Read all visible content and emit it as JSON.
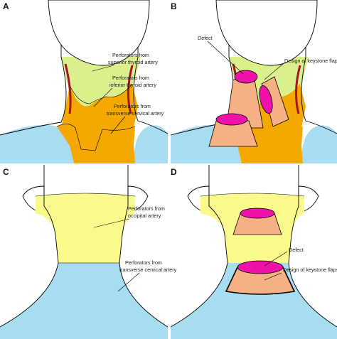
{
  "panels": {
    "a": {
      "letter": "A"
    },
    "b": {
      "letter": "B"
    },
    "c": {
      "letter": "C"
    },
    "d": {
      "letter": "D"
    }
  },
  "labels": {
    "a_superior": [
      "Perforators from",
      "superior thyroid artery"
    ],
    "a_inferior": [
      "Perforators from",
      "inferior thyroid artery"
    ],
    "a_transverse": [
      "Perforators from",
      "transverse cervical artery"
    ],
    "b_defect": "Defect",
    "b_keystone": "Design of keystone flaps",
    "c_occipital": [
      "Perforators from",
      "occipital artery"
    ],
    "c_transverse": [
      "Perforators from",
      "transverse cervical artery"
    ],
    "d_defect": "Defect",
    "d_keystone": "Design of keystone flaps"
  },
  "colors": {
    "green_zone": "#d9f08c",
    "orange_zone": "#f5a800",
    "blue_zone": "#a8dcf0",
    "yellow_zone": "#fafa8c",
    "flap": "#f5b084",
    "defect": "#ee11aa",
    "artery": "#a81424",
    "outline": "#000000"
  }
}
